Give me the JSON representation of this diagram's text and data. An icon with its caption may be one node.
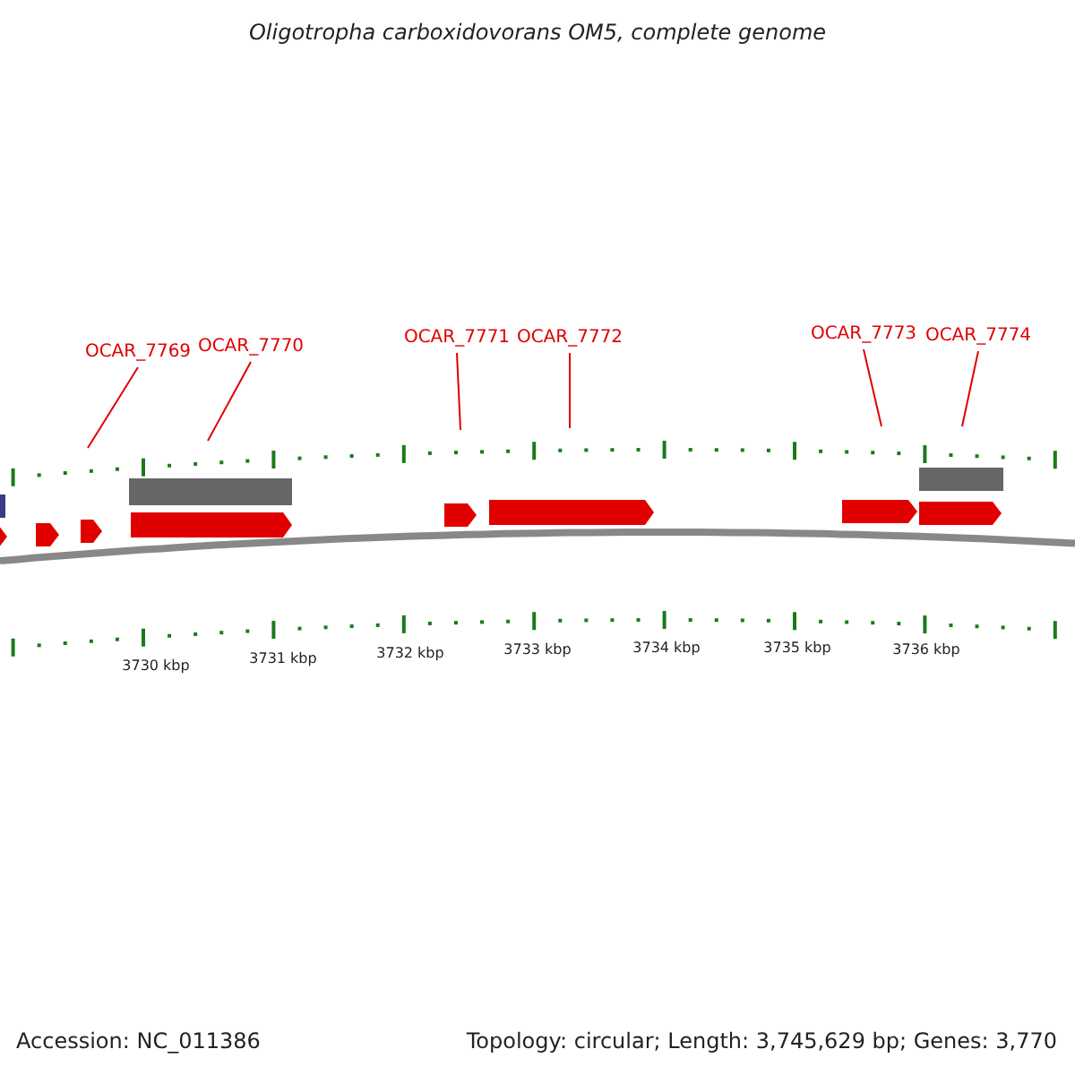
{
  "diagram": {
    "title": "Oligotropha carboxidovorans OM5, complete genome",
    "nodes": [
      {
        "text": [
          "OCAR_7769"
        ]
      },
      {
        "text": [
          "OCAR_7770"
        ]
      },
      {
        "text": [
          "OCAR_7771"
        ]
      },
      {
        "text": [
          "OCAR_7772"
        ]
      },
      {
        "text": [
          "OCAR_7773"
        ]
      },
      {
        "text": [
          "OCAR_7774"
        ]
      }
    ],
    "edges": [
      {
        "from": 0,
        "to": null,
        "arrow": "none"
      },
      {
        "from": 1,
        "to": null,
        "arrow": "none"
      },
      {
        "from": 2,
        "to": null,
        "arrow": "none"
      },
      {
        "from": 3,
        "to": null,
        "arrow": "none"
      },
      {
        "from": 4,
        "to": null,
        "arrow": "none"
      },
      {
        "from": 5,
        "to": null,
        "arrow": "none"
      }
    ],
    "labels": [
      "3730 kbp",
      "3731 kbp",
      "3732 kbp",
      "3733 kbp",
      "3734 kbp",
      "3735 kbp",
      "3736 kbp",
      "Accession: NC_011386",
      "Topology: circular; Length: 3,745,629 bp; Genes: 3,770"
    ]
  }
}
